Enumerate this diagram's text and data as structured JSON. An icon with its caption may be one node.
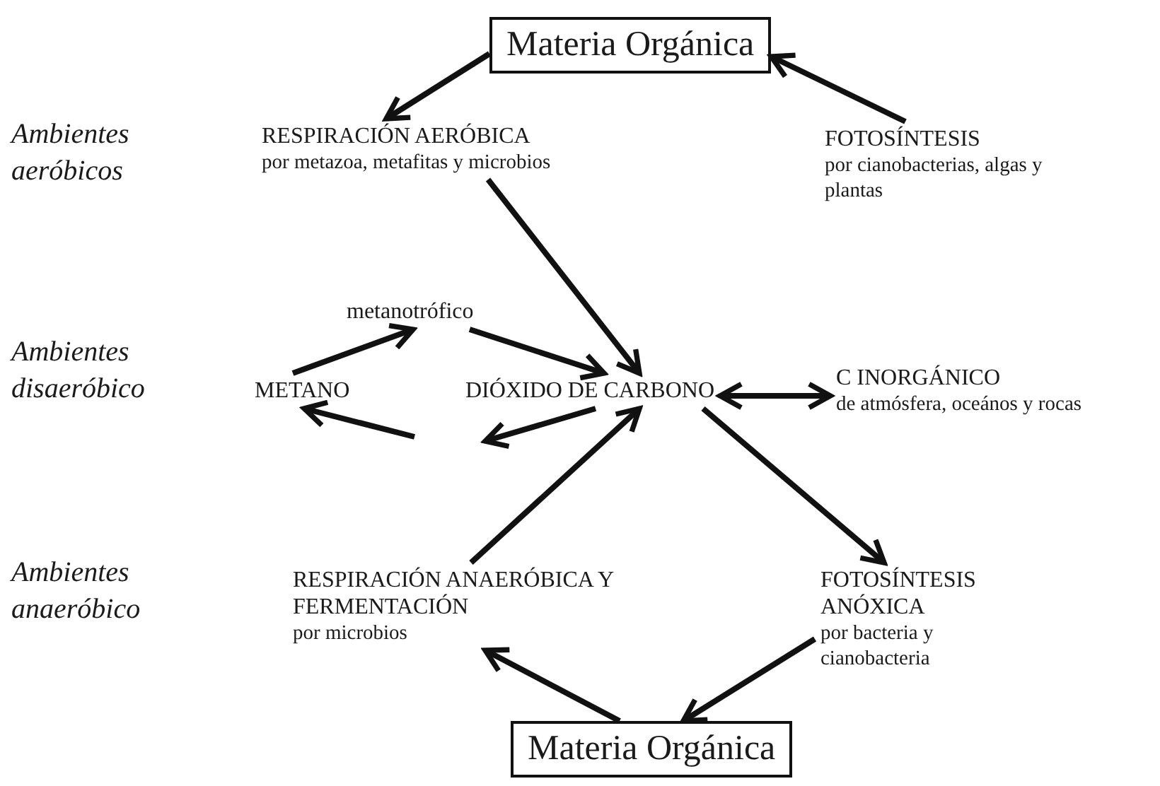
{
  "diagram": {
    "nodes": [
      {
        "text": [
          "Materia Orgánica"
        ]
      },
      {
        "text": [
          "RESPIRACIÓN AERÓBICA",
          "por metazoa, metafitas y microbios"
        ]
      },
      {
        "text": [
          "FOTOSÍNTESIS",
          "por cianobacterias, algas y plantas"
        ]
      },
      {
        "text": [
          "metanotrófico"
        ]
      },
      {
        "text": [
          "METANO"
        ]
      },
      {
        "text": [
          "DIÓXIDO DE CARBONO"
        ]
      },
      {
        "text": [
          "C INORGÁNICO",
          "de atmósfera, oceános y rocas"
        ]
      },
      {
        "text": [
          "RESPIRACIÓN ANAERÓBICA Y FERMENTACIÓN",
          "por microbios"
        ]
      },
      {
        "text": [
          "FOTOSÍNTESIS ANÓXICA",
          "por bacteria y cianobacteria"
        ]
      },
      {
        "text": [
          "Materia Orgánica"
        ]
      }
    ],
    "edges": [
      {
        "from": 0,
        "to": 1,
        "arrow": "to"
      },
      {
        "from": 2,
        "to": 0,
        "arrow": "to"
      },
      {
        "from": 1,
        "to": 5,
        "arrow": "to"
      },
      {
        "from": 4,
        "to": 3,
        "arrow": "to"
      },
      {
        "from": 3,
        "to": 5,
        "arrow": "to"
      },
      {
        "from": 5,
        "to": null,
        "arrow": "to"
      },
      {
        "from": null,
        "to": 4,
        "arrow": "to"
      },
      {
        "from": 5,
        "to": 6,
        "arrow": "both"
      },
      {
        "from": 7,
        "to": 5,
        "arrow": "to"
      },
      {
        "from": 5,
        "to": 8,
        "arrow": "to"
      },
      {
        "from": 8,
        "to": 9,
        "arrow": "to"
      },
      {
        "from": 9,
        "to": 7,
        "arrow": "to"
      }
    ],
    "labels": [
      "Ambientes aeróbicos",
      "Ambientes disaeróbico",
      "Ambientes anaeróbico"
    ]
  }
}
